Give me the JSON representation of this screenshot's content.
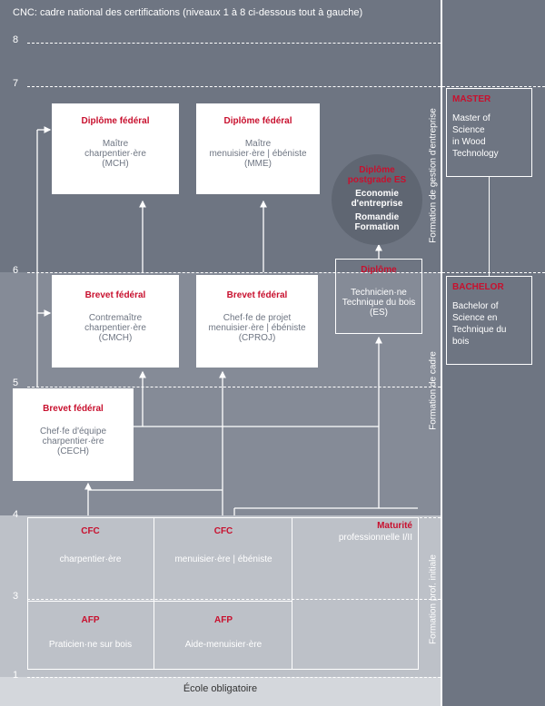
{
  "header": "CNC: cadre national des certifications (niveaux 1 à 8 ci-dessous tout à gauche)",
  "levels": [
    "8",
    "7",
    "6",
    "5",
    "4",
    "3",
    "1"
  ],
  "side_labels": {
    "gestion": "Formation de gestion d'entreprise",
    "cadre": "Formation de cadre",
    "initiale": "Formation prof. initiale"
  },
  "boxes": {
    "mch": {
      "title": "Diplôme fédéral",
      "l1": "Maître",
      "l2": "charpentier·ère",
      "l3": "(MCH)"
    },
    "mme": {
      "title": "Diplôme fédéral",
      "l1": "Maître",
      "l2": "menuisier·ère | ébéniste",
      "l3": "(MME)"
    },
    "cmch": {
      "title": "Brevet fédéral",
      "l1": "Contremaître",
      "l2": "charpentier·ère",
      "l3": "(CMCH)"
    },
    "cproj": {
      "title": "Brevet fédéral",
      "l1": "Chef·fe de projet",
      "l2": "menuisier·ère | ébéniste",
      "l3": "(CPROJ)"
    },
    "cech": {
      "title": "Brevet fédéral",
      "l1": "Chef·fe d'équipe",
      "l2": "charpentier·ère",
      "l3": "(CECH)"
    },
    "es": {
      "title": "Diplôme",
      "l1": "Technicien·ne",
      "l2": "Technique du bois",
      "l3": "(ES)"
    }
  },
  "circle": {
    "title1": "Diplôme",
    "title2": "postgrade ES",
    "l1": "Economie",
    "l2": "d'entreprise",
    "l3": "Romandie",
    "l4": "Formation"
  },
  "grid": {
    "cfc1": {
      "title": "CFC",
      "text": "charpentier·ère"
    },
    "cfc2": {
      "title": "CFC",
      "text": "menuisier·ère | ébéniste"
    },
    "maturite": {
      "title": "Maturité",
      "text": "professionnelle I/II"
    },
    "afp1": {
      "title": "AFP",
      "text": "Praticien·ne sur bois"
    },
    "afp2": {
      "title": "AFP",
      "text": "Aide-menuisier·ère"
    }
  },
  "footer": "École obligatoire",
  "master": {
    "title": "MASTER",
    "l1": "Master of",
    "l2": "Science",
    "l3": "in Wood",
    "l4": "Technology"
  },
  "bachelor": {
    "title": "BACHELOR",
    "l1": "Bachelor of",
    "l2": "Science en",
    "l3": "Technique du",
    "l4": "bois"
  },
  "colors": {
    "dark": "#6e7582",
    "mid": "#858b97",
    "light": "#bdc1c8",
    "accent": "#c8102e"
  }
}
